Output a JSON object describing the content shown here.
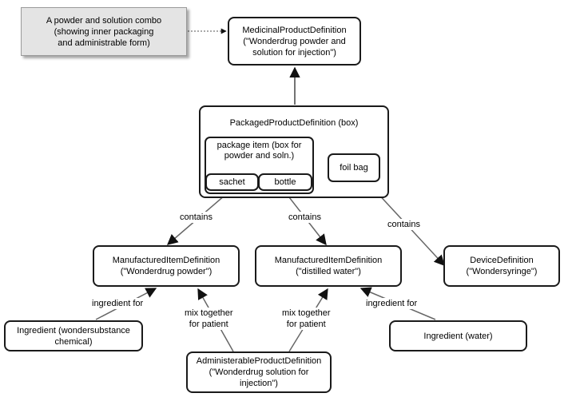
{
  "note": {
    "text": "A powder and solution combo\n(showing inner packaging\nand administrable form)"
  },
  "nodes": {
    "medicinal": "MedicinalProductDefinition\n(\"Wonderdrug powder and\nsolution for injection\")",
    "packaged": "PackagedProductDefinition (box)",
    "package_item": "package item (box for\npowder and soln.)",
    "sachet": "sachet",
    "bottle": "bottle",
    "foil_bag": "foil bag",
    "mfg_powder": "ManufacturedItemDefinition\n(\"Wonderdrug powder\")",
    "mfg_water": "ManufacturedItemDefinition\n(\"distilled water\")",
    "device": "DeviceDefinition\n(\"Wondersyringe\")",
    "ingredient_chem": "Ingredient (wondersubstance\nchemical)",
    "ingredient_water": "Ingredient (water)",
    "administerable": "AdministerableProductDefinition\n(\"Wonderdrug solution for\ninjection\")"
  },
  "edge_labels": {
    "contains_powder": "contains",
    "contains_water": "contains",
    "contains_device": "contains",
    "ingredient_for_chem": "ingredient for",
    "ingredient_for_water": "ingredient for",
    "mix_left": "mix together\nfor patient",
    "mix_right": "mix together\nfor patient"
  }
}
